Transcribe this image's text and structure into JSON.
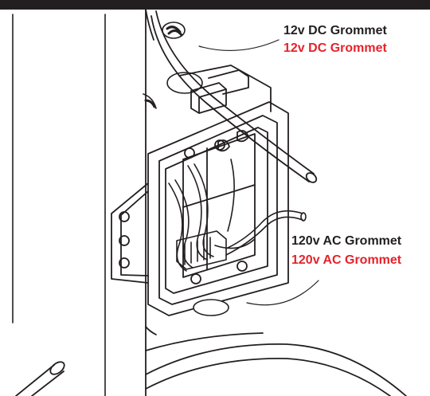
{
  "colors": {
    "line": "#231f20",
    "accent": "#e5232b",
    "background": "#ffffff"
  },
  "labels": {
    "dc_grommet_black": "12v DC Grommet",
    "dc_grommet_red": "12v DC Grommet",
    "ac_grommet_black": "120v AC Grommet",
    "ac_grommet_red": "120v AC Grommet"
  }
}
